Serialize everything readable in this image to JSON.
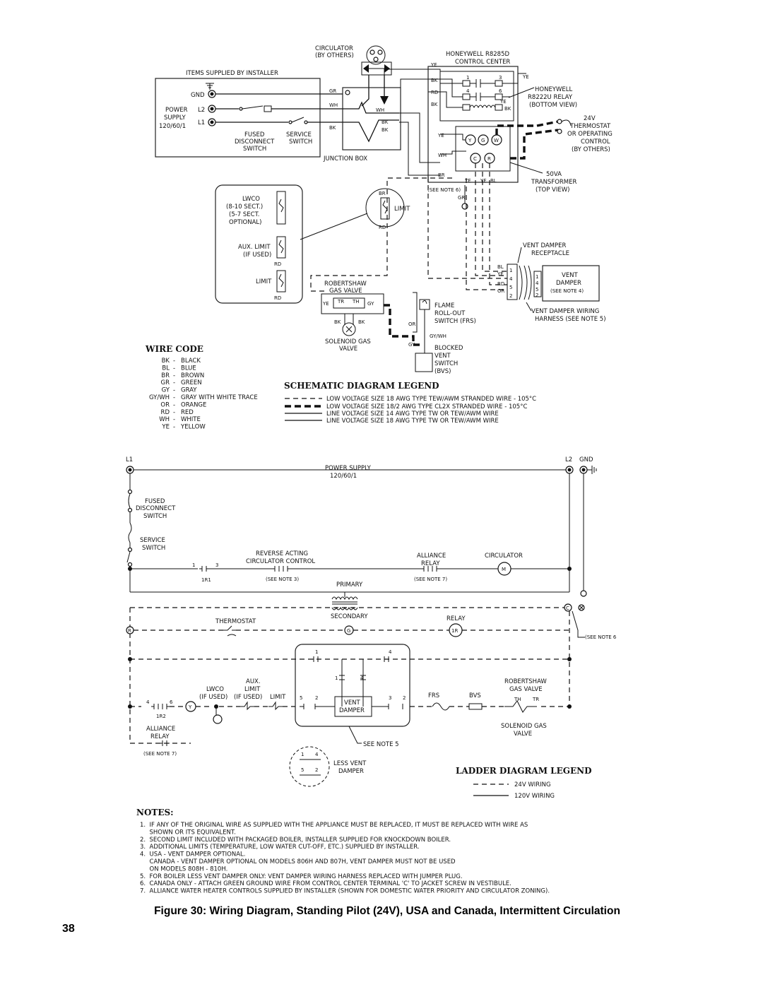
{
  "figure": {
    "caption": "Figure 30:  Wiring Diagram, Standing Pilot (24V), USA and Canada, Intermittent Circulation",
    "page_number": "38"
  },
  "schematic": {
    "circulator": [
      "CIRCULATOR",
      "(BY OTHERS)"
    ],
    "items_by_installer": "ITEMS SUPPLIED BY INSTALLER",
    "gnd": "GND",
    "power_supply": [
      "POWER",
      "SUPPLY",
      "120/60/1"
    ],
    "l2": "L2",
    "l1": "L1",
    "fused_disconnect": [
      "FUSED",
      "DISCONNECT",
      "SWITCH"
    ],
    "service_switch": [
      "SERVICE",
      "SWITCH"
    ],
    "junction_box": "JUNCTION BOX",
    "control_center": [
      "HONEYWELL R8285D",
      "CONTROL CENTER"
    ],
    "relay": [
      "HONEYWELL",
      "R8222U RELAY",
      "(BOTTOM VIEW)"
    ],
    "thermostat": [
      "24V",
      "THERMOSTAT",
      "OR OPERATING",
      "CONTROL",
      "(BY OTHERS)"
    ],
    "transformer": [
      "50VA",
      "TRANSFORMER",
      "(TOP VIEW)"
    ],
    "see_note_6": "(SEE NOTE 6)",
    "lwco": [
      "LWCO",
      "(8-10 SECT.)",
      "(5-7 SECT.",
      "OPTIONAL)"
    ],
    "aux_limit": [
      "AUX. LIMIT",
      "(IF USED)"
    ],
    "limit": "LIMIT",
    "gas_valve": [
      "ROBERTSHAW",
      "GAS VALVE"
    ],
    "solenoid_valve": [
      "SOLENOID GAS",
      "VALVE"
    ],
    "flame_rollout": [
      "FLAME",
      "ROLL-OUT",
      "SWITCH (FRS)"
    ],
    "blocked_vent": [
      "BLOCKED",
      "VENT",
      "SWITCH",
      "(BVS)"
    ],
    "vent_receptacle": [
      "VENT DAMPER",
      "RECEPTACLE"
    ],
    "vent_damper": [
      "VENT",
      "DAMPER",
      "(SEE NOTE 4)"
    ],
    "vent_harness": [
      "VENT DAMPER WIRING",
      "HARNESS (SEE NOTE 5)"
    ],
    "wire_labels": {
      "gr": "GR",
      "wh": "WH",
      "bk": "BK",
      "ye": "YE",
      "rd": "RD",
      "br": "BR",
      "bl": "BL",
      "or": "OR",
      "gy": "GY",
      "gywh": "GY/WH",
      "tr": "TR",
      "th": "TH"
    },
    "term_labels": {
      "y": "Y",
      "g": "G",
      "w": "W",
      "c": "C",
      "r": "R"
    },
    "pins": {
      "p1": "1",
      "p2": "2",
      "p3": "3",
      "p4": "4",
      "p5": "5",
      "p6": "6"
    }
  },
  "wire_code": {
    "title": "WIRE CODE",
    "codes": [
      "BK",
      "BL",
      "BR",
      "GR",
      "GY",
      "GY/WH",
      "OR",
      "RD",
      "WH",
      "YE"
    ],
    "dash": "-",
    "names": [
      "BLACK",
      "BLUE",
      "BROWN",
      "GREEN",
      "GRAY",
      "GRAY WITH WHITE TRACE",
      "ORANGE",
      "RED",
      "WHITE",
      "YELLOW"
    ]
  },
  "schematic_legend": {
    "title": "SCHEMATIC DIAGRAM LEGEND",
    "items": [
      "LOW VOLTAGE SIZE 18 AWG TYPE TEW/AWM STRANDED WIRE - 105°C",
      "LOW VOLTAGE SIZE 18/2 AWG TYPE CL2X STRANDED WIRE - 105°C",
      "LINE VOLTAGE SIZE 14 AWG TYPE TW OR TEW/AWM WIRE",
      "LINE VOLTAGE SIZE 18 AWG TYPE TW OR TEW/AWM WIRE"
    ]
  },
  "ladder": {
    "l1": "L1",
    "l2": "L2",
    "gnd": "GND",
    "power_supply": [
      "POWER SUPPLY",
      "120/60/1"
    ],
    "fused_disconnect": [
      "FUSED",
      "DISCONNECT",
      "SWITCH"
    ],
    "service_switch": [
      "SERVICE",
      "SWITCH"
    ],
    "reverse_acting": [
      "REVERSE ACTING",
      "CIRCULATOR CONTROL"
    ],
    "alliance_relay": [
      "ALLIANCE",
      "RELAY"
    ],
    "circulator": "CIRCULATOR",
    "m": "M",
    "r1": "1R1",
    "r2": "1R2",
    "one_r": "1R",
    "n1": "1",
    "n2": "2",
    "n3": "3",
    "n4": "4",
    "n5": "5",
    "n6": "6",
    "see_note_3": "(SEE NOTE 3)",
    "see_note_7": "(SEE NOTE 7)",
    "see_note_6": "(SEE NOTE 6",
    "see_note_5": "SEE NOTE 5",
    "primary": "PRIMARY",
    "secondary": "SECONDARY",
    "thermostat": "THERMOSTAT",
    "relay": "RELAY",
    "r": "R",
    "g": "G",
    "c": "C",
    "y": "Y",
    "lwco": [
      "LWCO",
      "(IF USED)"
    ],
    "aux_limit": [
      "AUX.",
      "LIMIT",
      "(IF USED)"
    ],
    "limit": "LIMIT",
    "vent_damper": [
      "VENT",
      "DAMPER"
    ],
    "frs": "FRS",
    "bvs": "BVS",
    "gas_valve": [
      "ROBERTSHAW",
      "GAS VALVE"
    ],
    "th": "TH",
    "tr": "TR",
    "solenoid": [
      "SOLENOID GAS",
      "VALVE"
    ],
    "alliance_relay_bottom": [
      "ALLIANCE",
      "RELAY"
    ],
    "less_vent_damper": [
      "LESS VENT",
      "DAMPER"
    ]
  },
  "ladder_legend": {
    "title": "LADDER DIAGRAM LEGEND",
    "items": [
      "24V WIRING",
      "120V WIRING"
    ]
  },
  "notes": {
    "title": "NOTES:",
    "lines": [
      "1.  IF ANY OF THE ORIGINAL WIRE AS SUPPLIED WITH THE APPLIANCE MUST BE REPLACED, IT MUST BE REPLACED WITH WIRE AS",
      "     SHOWN OR ITS EQUIVALENT.",
      "2.  SECOND LIMIT INCLUDED WITH PACKAGED BOILER, INSTALLER SUPPLIED FOR KNOCKDOWN BOILER.",
      "3.  ADDITIONAL LIMITS (TEMPERATURE, LOW WATER CUT-OFF, ETC.) SUPPLIED BY INSTALLER.",
      "4.  USA - VENT DAMPER OPTIONAL.",
      "     CANADA - VENT DAMPER OPTIONAL ON MODELS 806H AND 807H, VENT DAMPER MUST NOT BE USED",
      "     ON MODELS 808H - 810H.",
      "5.  FOR BOILER LESS VENT DAMPER ONLY: VENT DAMPER WIRING HARNESS REPLACED WITH JUMPER PLUG.",
      "6.  CANADA ONLY - ATTACH GREEN GROUND WIRE FROM CONTROL CENTER TERMINAL 'C' TO JACKET SCREW IN VESTIBULE.",
      "7.  ALLIANCE WATER HEATER CONTROLS SUPPLIED BY INSTALLER (SHOWN FOR DOMESTIC WATER PRIORITY AND CIRCULATOR ZONING)."
    ]
  }
}
